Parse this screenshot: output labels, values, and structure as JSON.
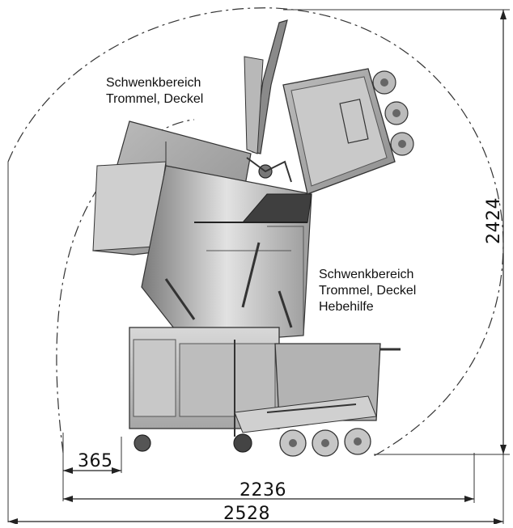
{
  "labels": {
    "swing_top_line1": "Schwenkbereich",
    "swing_top_line2": "Trommel, Deckel",
    "swing_mid_line1": "Schwenkbereich",
    "swing_mid_line2": "Trommel, Deckel",
    "swing_mid_line3": "Hebehilfe"
  },
  "dimensions": {
    "offset": "365",
    "inner_width": "2236",
    "total_width": "2528",
    "height": "2424"
  },
  "colors": {
    "line": "#222222",
    "steel_light": "#d4d4d4",
    "steel_mid": "#a8a8a8",
    "steel_dark": "#5c5c5c"
  }
}
